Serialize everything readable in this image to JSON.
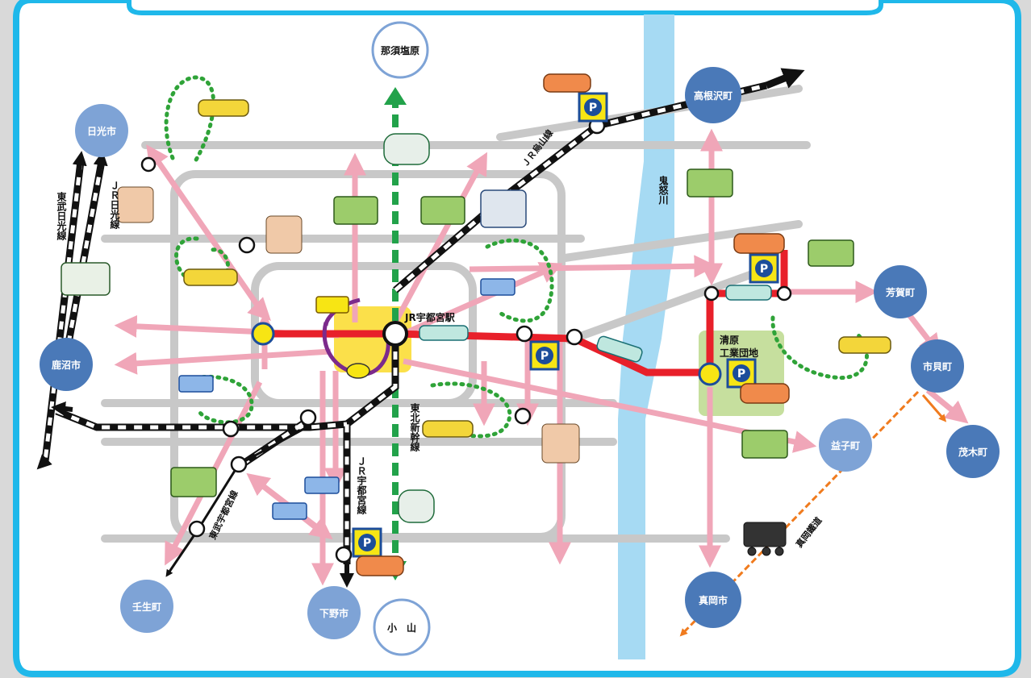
{
  "colors": {
    "frame": "#1fb8ea",
    "road": "#c8c8c8",
    "lrt": "#e8202a",
    "pink": "#f0a6b8",
    "shinkansen": "#22a24a",
    "river": "#a6daf3",
    "city_dark": "#4a79b8",
    "city_light": "#7ea3d6",
    "loop": "#2fa338",
    "orange": "#f07b1e",
    "parking": "#f7e514",
    "industrial": "#c6df9e"
  },
  "cities": {
    "nasushiobara": "那須塩原",
    "nikko": "日光市",
    "kanuma": "鹿沼市",
    "mibu": "壬生町",
    "shimotsuke": "下野市",
    "oyama": "小　山",
    "takanezawa": "高根沢町",
    "haga": "芳賀町",
    "ichikai": "市貝町",
    "motegi": "茂木町",
    "mashiko": "益子町",
    "moka": "真岡市"
  },
  "places": {
    "jr_utsunomiya_station": "JR宇都宮駅",
    "kiyohara_line1": "清原",
    "kiyohara_line2": "工業団地"
  },
  "lines": {
    "tobu_nikko": "東武日光線",
    "jr_nikko": "ＪＲ日光線",
    "jr_utsunomiya": "ＪＲ宇都宮線",
    "tohoku_shinkansen": "東北新幹線",
    "jr_karasuyama": "ＪＲ烏山線",
    "tobu_utsunomiya": "東武宇都宮線",
    "moka_railway": "真岡鐵道",
    "kinugawa_river": "鬼怒川"
  },
  "icons": {
    "parking": "P"
  }
}
